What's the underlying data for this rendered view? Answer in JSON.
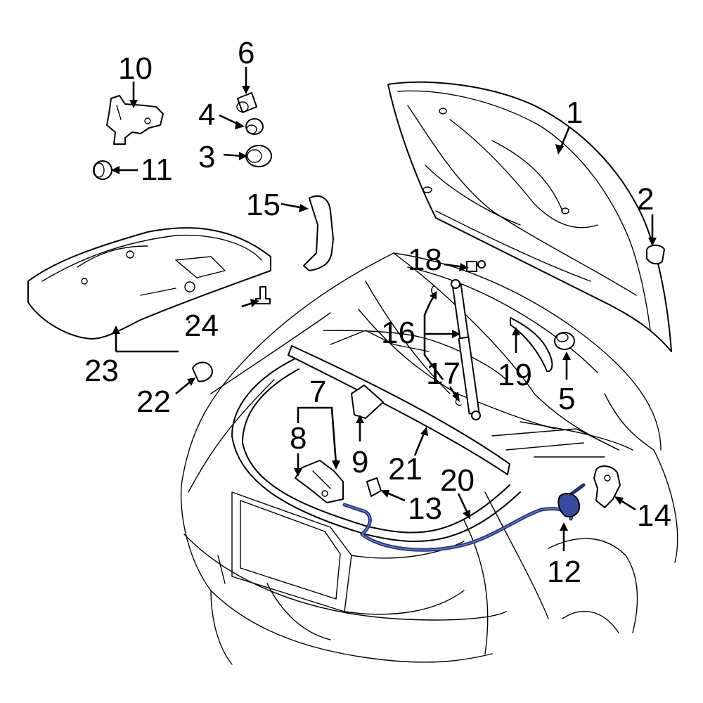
{
  "diagram": {
    "cable_color": "#1f2f7a",
    "callouts": [
      {
        "key": "c1",
        "label": "1"
      },
      {
        "key": "c2",
        "label": "2"
      },
      {
        "key": "c3",
        "label": "3"
      },
      {
        "key": "c4",
        "label": "4"
      },
      {
        "key": "c5",
        "label": "5"
      },
      {
        "key": "c6",
        "label": "6"
      },
      {
        "key": "c7",
        "label": "7"
      },
      {
        "key": "c8",
        "label": "8"
      },
      {
        "key": "c9",
        "label": "9"
      },
      {
        "key": "c10",
        "label": "10"
      },
      {
        "key": "c11",
        "label": "11"
      },
      {
        "key": "c12",
        "label": "12"
      },
      {
        "key": "c13",
        "label": "13"
      },
      {
        "key": "c14",
        "label": "14"
      },
      {
        "key": "c15",
        "label": "15"
      },
      {
        "key": "c16",
        "label": "16"
      },
      {
        "key": "c17",
        "label": "17"
      },
      {
        "key": "c18",
        "label": "18"
      },
      {
        "key": "c19",
        "label": "19"
      },
      {
        "key": "c20",
        "label": "20"
      },
      {
        "key": "c21",
        "label": "21"
      },
      {
        "key": "c22",
        "label": "22"
      },
      {
        "key": "c23",
        "label": "23"
      },
      {
        "key": "c24",
        "label": "24"
      }
    ]
  }
}
